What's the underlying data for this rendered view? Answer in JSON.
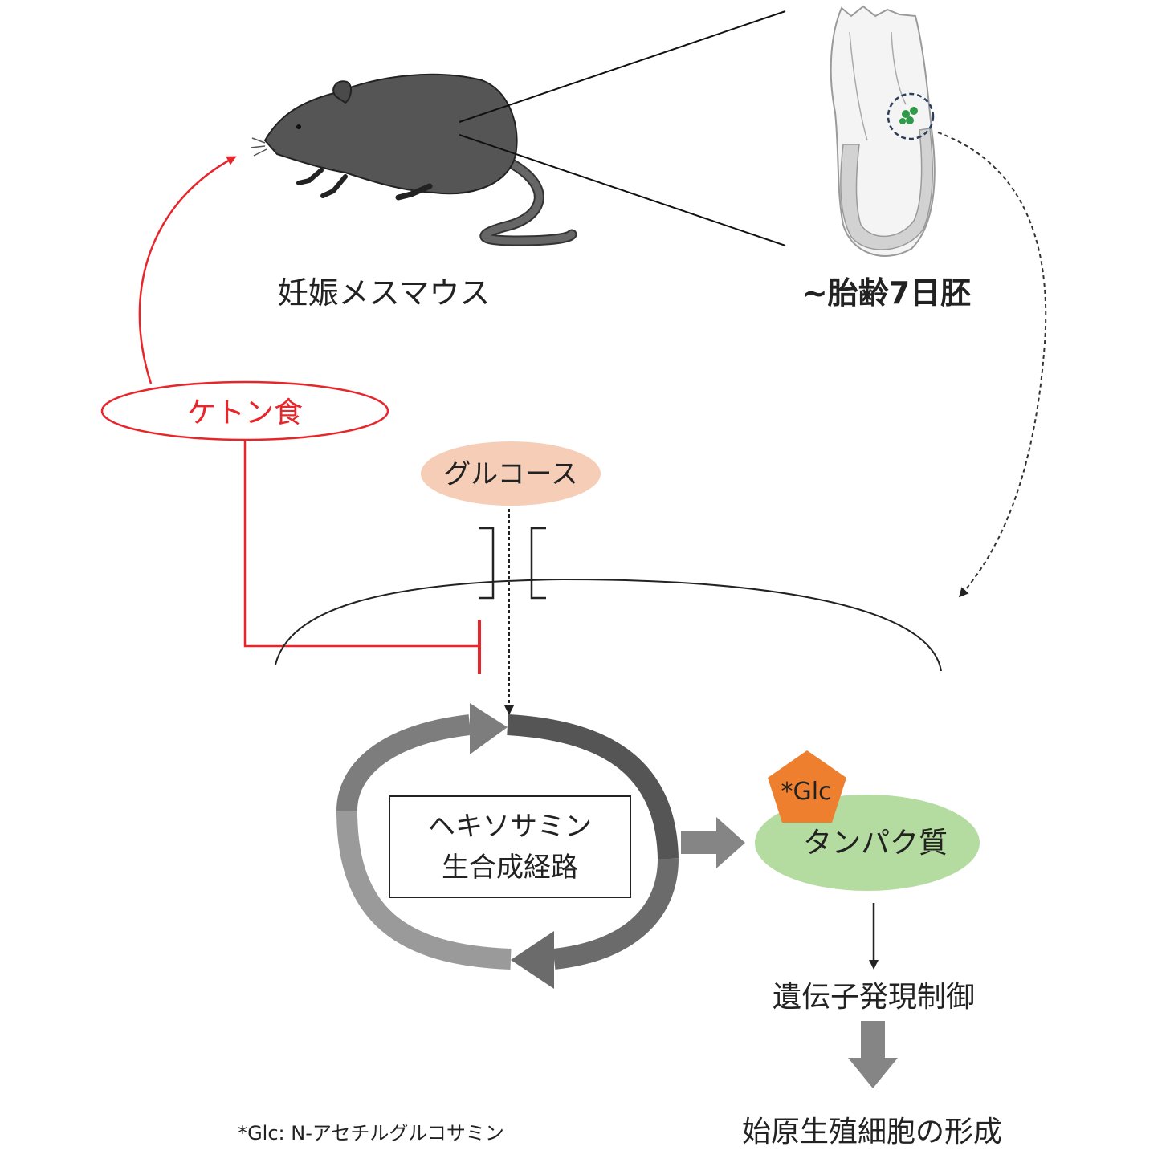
{
  "labels": {
    "pregnant_mouse": "妊娠メスマウス",
    "embryo": "~胎齢7日胚",
    "ketone_diet": "ケトン食",
    "glucose": "グルコース",
    "pathway_line1": "ヘキソサミン",
    "pathway_line2": "生合成経路",
    "glc_tag": "*Glc",
    "protein": "タンパク質",
    "gene_regulation": "遺伝子発現制御",
    "pgc_formation": "始原生殖細胞の形成",
    "footnote": "*Glc: N-アセチルグルコサミン"
  },
  "colors": {
    "inhibition": "#e8252a",
    "glucose_fill": "#f6cdb6",
    "protein_fill": "#b5dca0",
    "glc_fill": "#ee7f2f",
    "mouse_fill": "#555555",
    "embryo_fill": "#d2d2d2",
    "cell_marker": "#2f9a4a",
    "flow_arrow": "#858585"
  },
  "icons": {
    "mouse": "mouse-icon",
    "embryo": "embryo-icon",
    "glc": "pentagon-icon"
  }
}
